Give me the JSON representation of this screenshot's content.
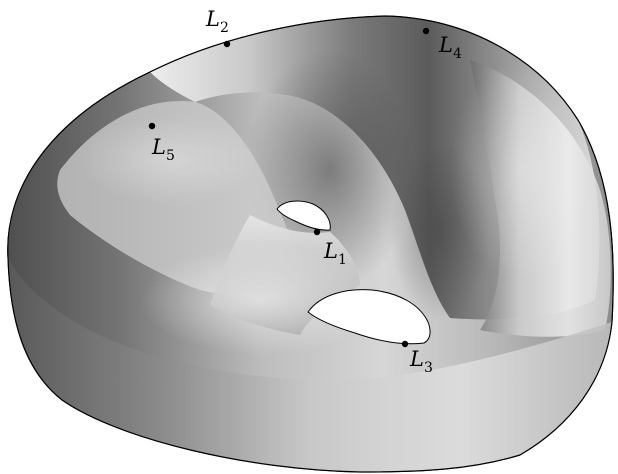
{
  "figure": {
    "points": [
      {
        "id": "L1",
        "letter": "L",
        "index": "1"
      },
      {
        "id": "L2",
        "letter": "L",
        "index": "2"
      },
      {
        "id": "L3",
        "letter": "L",
        "index": "3"
      },
      {
        "id": "L4",
        "letter": "L",
        "index": "4"
      },
      {
        "id": "L5",
        "letter": "L",
        "index": "5"
      }
    ],
    "colors": {
      "surface_light": "#f4f4f4",
      "surface_mid": "#bdbdbd",
      "surface_dark": "#5e5e5e",
      "outline": "#000000",
      "point": "#000000"
    }
  }
}
